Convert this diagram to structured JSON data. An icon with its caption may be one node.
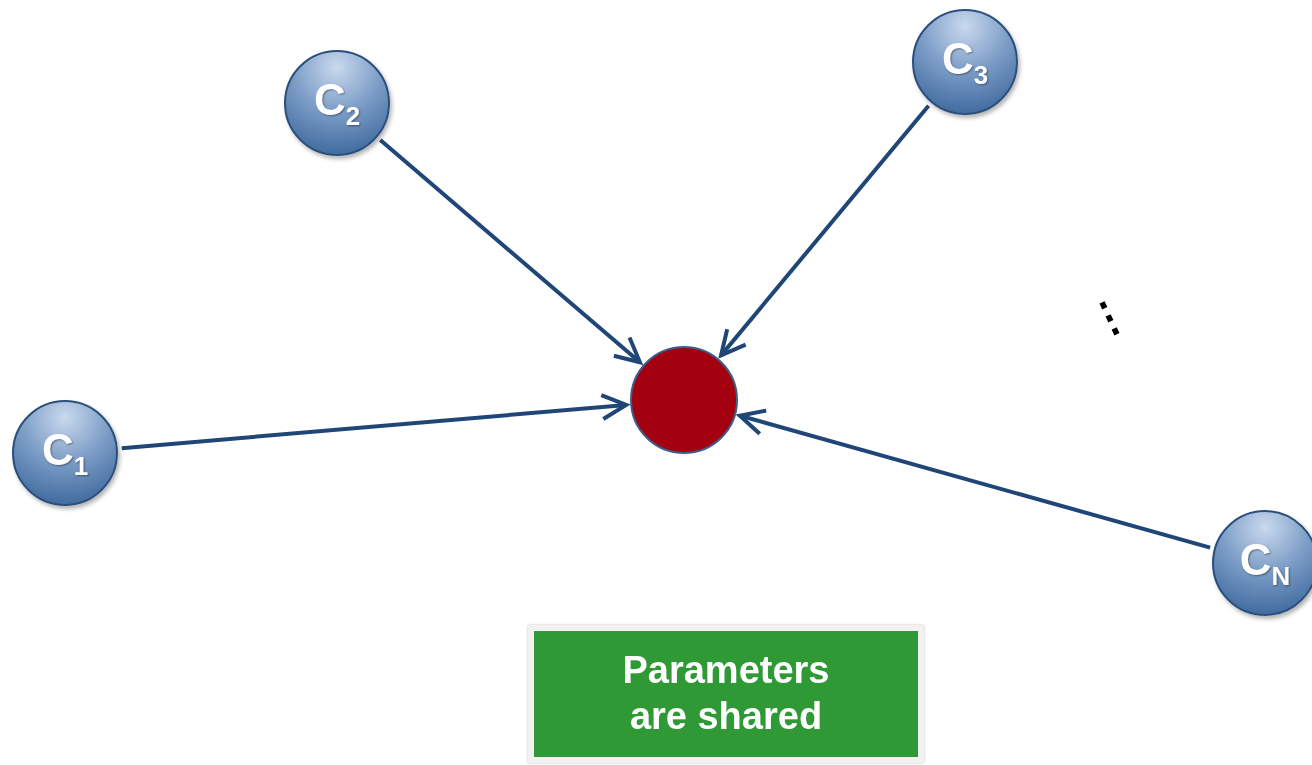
{
  "diagram": {
    "nodes": [
      {
        "text": [
          "C$_{2}$"
        ]
      },
      {
        "text": [
          "C$_{3}$"
        ]
      },
      {
        "text": [
          "C$_{1}$"
        ]
      },
      {
        "text": [],
        "shape": "circle"
      },
      {
        "text": [
          "C$_{N}$"
        ]
      },
      {
        "text": [
          "Parameters are shared"
        ]
      }
    ],
    "edges": [
      {
        "from": 2,
        "to": 3,
        "arrow": "to"
      },
      {
        "from": 0,
        "to": 3,
        "arrow": "to"
      },
      {
        "from": 1,
        "to": 3,
        "arrow": "to"
      },
      {
        "from": 4,
        "to": 3,
        "arrow": "to"
      }
    ],
    "labels": [
      "⋮"
    ]
  }
}
